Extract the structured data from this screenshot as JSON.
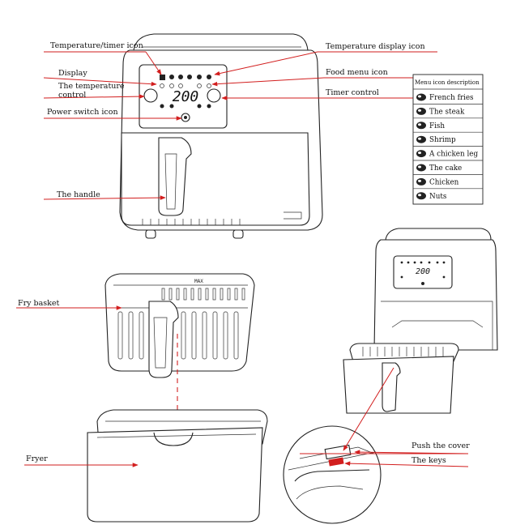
{
  "labels": {
    "temp_timer_icon": "Temperature/timer icon",
    "temp_display_icon": "Temperature display icon",
    "display": "Display",
    "food_menu_icon": "Food menu icon",
    "temp_control_1": "The temperature",
    "temp_control_2": "control",
    "timer_control": "Timer control",
    "power_switch_icon": "Power switch icon",
    "handle": "The handle",
    "fry_basket": "Fry basket",
    "fryer": "Fryer",
    "push_cover": "Push the cover",
    "keys": "The keys"
  },
  "display_value": "200",
  "small_display_value": "200",
  "basket_mark": "MAX",
  "menu_table": {
    "title": "Menu icon description",
    "items": [
      {
        "label": "French fries",
        "icon": "french-fries-icon"
      },
      {
        "label": "The steak",
        "icon": "steak-icon"
      },
      {
        "label": "Fish",
        "icon": "fish-icon"
      },
      {
        "label": "Shrimp",
        "icon": "shrimp-icon"
      },
      {
        "label": "A chicken leg",
        "icon": "chicken-leg-icon"
      },
      {
        "label": "The cake",
        "icon": "cake-icon"
      },
      {
        "label": "Chicken",
        "icon": "chicken-icon"
      },
      {
        "label": "Nuts",
        "icon": "nuts-icon"
      }
    ]
  },
  "colors": {
    "leader": "#d21e1e",
    "ink": "#222222"
  }
}
